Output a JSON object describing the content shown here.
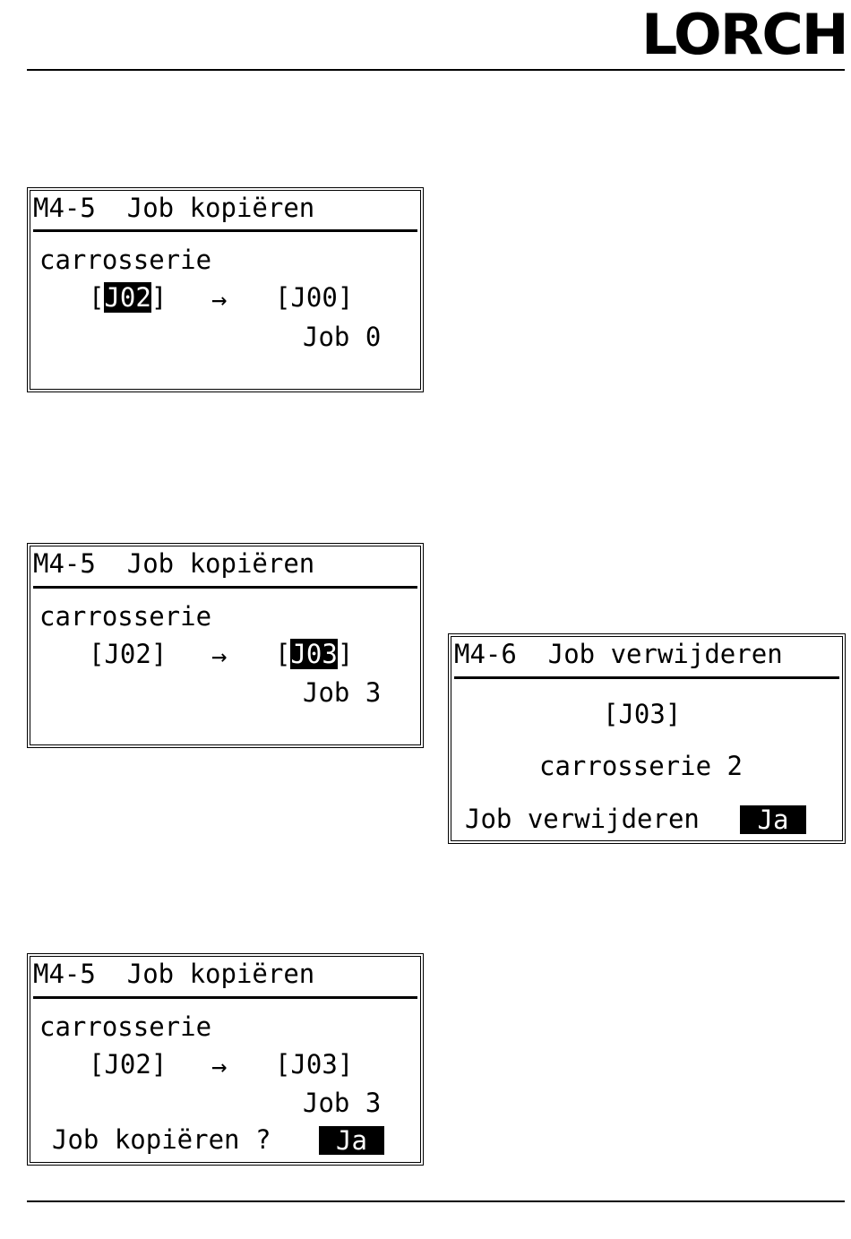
{
  "header": {
    "logo": "LORCH"
  },
  "screens": {
    "copy1": {
      "title": "M4-5  Job kopiëren",
      "name": "carrosserie",
      "src_open": "[",
      "src_value": "J02",
      "src_close": "]",
      "arrow": "→",
      "dst": "[J00]",
      "job_label": "Job 0"
    },
    "copy2": {
      "title": "M4-5  Job kopiëren",
      "name": "carrosserie",
      "src": "[J02]",
      "arrow": "→",
      "dst_open": "[",
      "dst_value": "J03",
      "dst_close": "]",
      "job_label": "Job 3"
    },
    "delete": {
      "title": "M4-6  Job verwijderen",
      "job": "[J03]",
      "name": "carrosserie 2",
      "prompt": "Job verwijderen",
      "confirm": "Ja"
    },
    "copy3": {
      "title": "M4-5  Job kopiëren",
      "name": "carrosserie",
      "src": "[J02]",
      "arrow": "→",
      "dst": "[J03]",
      "job_label": "Job 3",
      "prompt": "Job kopiëren ?",
      "confirm": "Ja"
    }
  }
}
